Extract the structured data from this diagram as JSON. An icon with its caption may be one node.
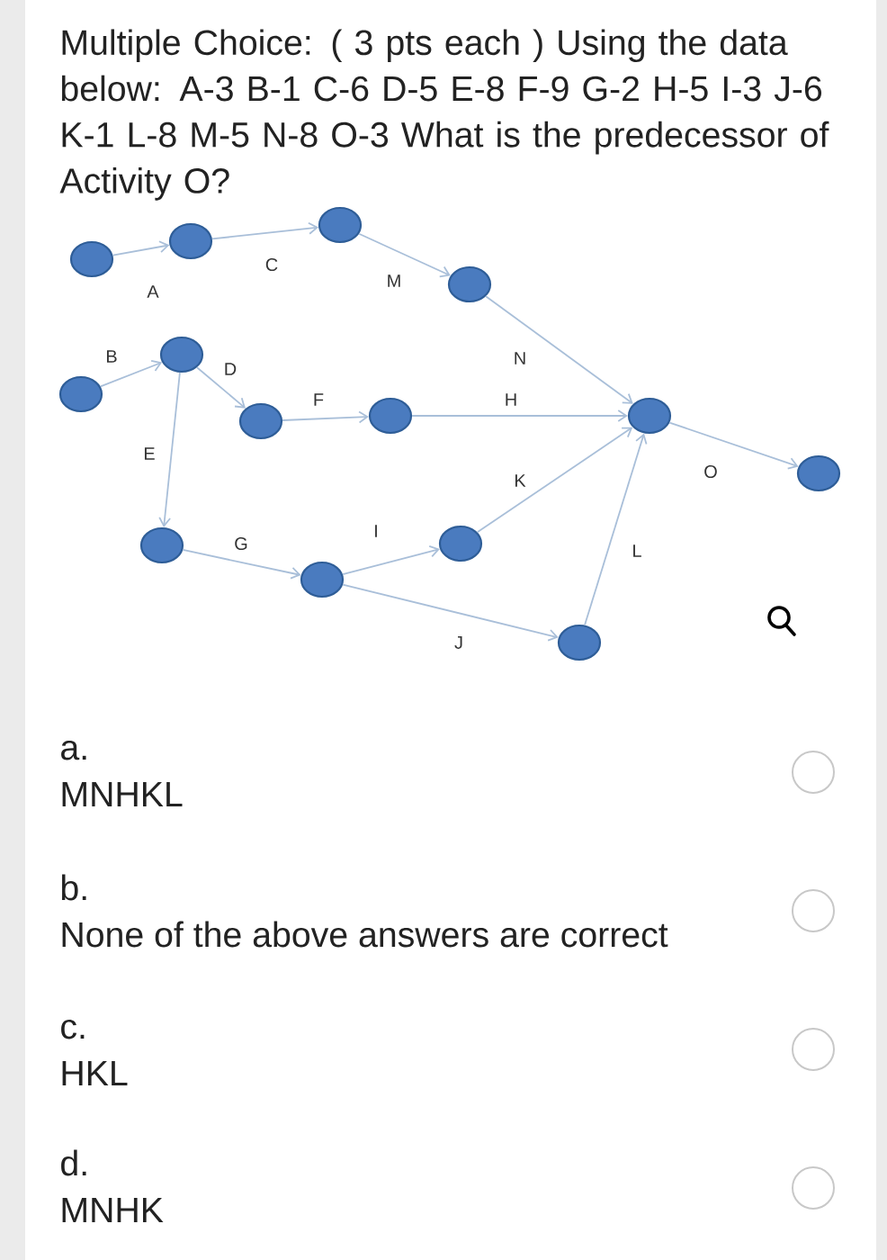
{
  "diagram": {
    "title": "Multiple Choice: ( 3 pts each ) Using the data below: A-3 B-1 C-6 D-5 E-8 F-9 G-2 H-5 I-3 J-6 K-1 L-8 M-5 N-8 O-3 What is the predecessor of Activity O?",
    "nodes": [
      {
        "text": [],
        "shape": "circle"
      },
      {
        "text": [],
        "shape": "circle"
      },
      {
        "text": [],
        "shape": "circle"
      },
      {
        "text": [],
        "shape": "circle"
      },
      {
        "text": [],
        "shape": "circle"
      },
      {
        "text": [],
        "shape": "circle"
      },
      {
        "text": [],
        "shape": "circle"
      },
      {
        "text": [],
        "shape": "circle"
      },
      {
        "text": [],
        "shape": "circle"
      },
      {
        "text": [],
        "shape": "circle"
      },
      {
        "text": [],
        "shape": "circle"
      },
      {
        "text": [],
        "shape": "circle"
      },
      {
        "text": [],
        "shape": "circle"
      },
      {
        "text": [],
        "shape": "circle"
      }
    ],
    "edges": [
      {
        "from": 0,
        "to": 1,
        "arrow": "to",
        "label": "A"
      },
      {
        "from": 4,
        "to": 5,
        "arrow": "to",
        "label": "B"
      },
      {
        "from": 1,
        "to": 2,
        "arrow": "to",
        "label": "C"
      },
      {
        "from": 5,
        "to": 6,
        "arrow": "to",
        "label": "D"
      },
      {
        "from": 5,
        "to": 10,
        "arrow": "to",
        "label": "E"
      },
      {
        "from": 6,
        "to": 7,
        "arrow": "to",
        "label": "F"
      },
      {
        "from": 10,
        "to": 11,
        "arrow": "to",
        "label": "G"
      },
      {
        "from": 7,
        "to": 8,
        "arrow": "to",
        "label": "H"
      },
      {
        "from": 11,
        "to": 12,
        "arrow": "to",
        "label": "I"
      },
      {
        "from": 11,
        "to": 13,
        "arrow": "to",
        "label": "J"
      },
      {
        "from": 12,
        "to": 8,
        "arrow": "to",
        "label": "K"
      },
      {
        "from": 13,
        "to": 8,
        "arrow": "to",
        "label": "L"
      },
      {
        "from": 2,
        "to": 3,
        "arrow": "to",
        "label": "M"
      },
      {
        "from": 3,
        "to": 8,
        "arrow": "to",
        "label": "N"
      },
      {
        "from": 8,
        "to": 9,
        "arrow": "to",
        "label": "O"
      }
    ],
    "labels": [
      "a.",
      "MNHKL",
      "b.",
      "None of the above answers are correct",
      "c.",
      "HKL",
      "d.",
      "MNHK"
    ]
  }
}
